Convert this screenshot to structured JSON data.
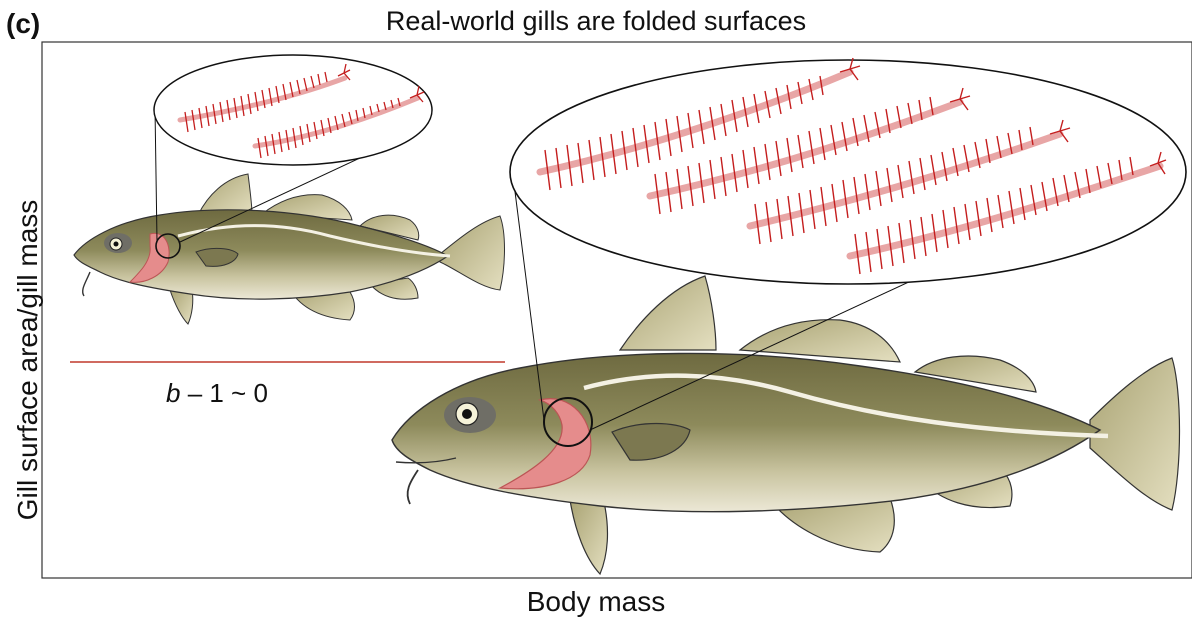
{
  "figure": {
    "panel_label": "(c)",
    "title": "Real-world gills are folded surfaces",
    "x_axis_label": "Body mass",
    "y_axis_label": "Gill surface area/gill mass",
    "annotation": {
      "variable": "b",
      "rest": " – 1 ~ 0"
    },
    "colors": {
      "reference_line": "#c0392b",
      "filament": "#c41e1e",
      "gill_patch": "#e58c8c",
      "fish_body": "#8a8658",
      "fish_fin": "#cfc89a",
      "lateral_line": "#f4f1e4"
    },
    "elements": [
      "small-fish",
      "large-fish",
      "small-gill-zoom",
      "large-gill-zoom"
    ]
  }
}
